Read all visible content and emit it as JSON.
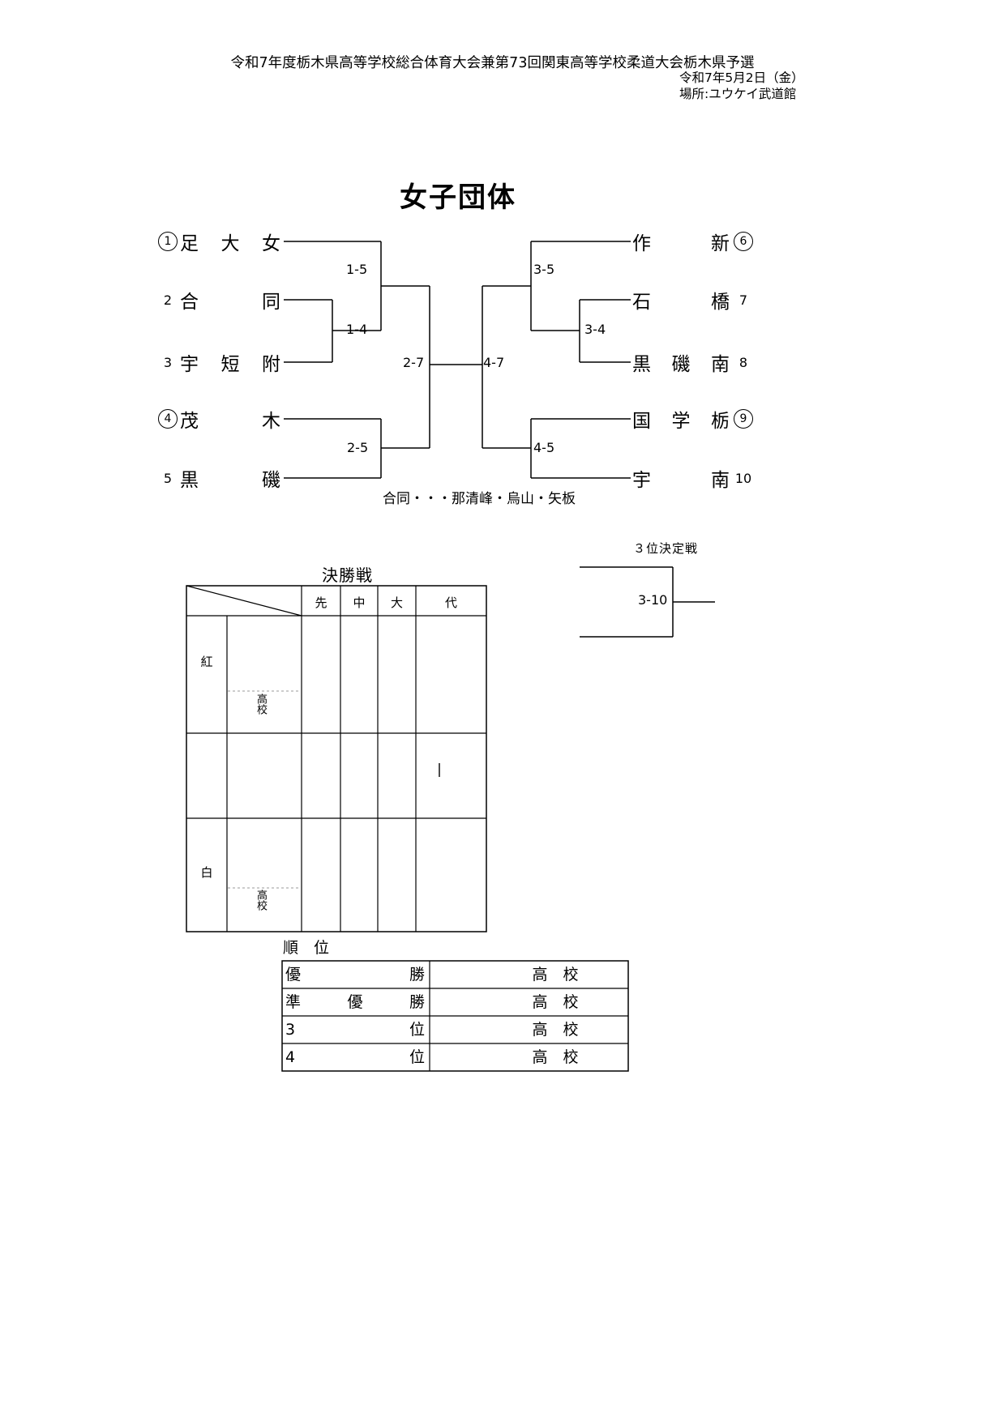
{
  "header": {
    "title": "令和7年度栃木県高等学校総合体育大会兼第73回関東高等学校柔道大会栃木県予選",
    "date": "令和7年5月2日（金）",
    "venue": "場所:ユウケイ武道館"
  },
  "event_title": "女子団体",
  "bracket": {
    "left_teams": [
      {
        "seed": "1",
        "name": "足大女"
      },
      {
        "seed": "2",
        "name": "合同"
      },
      {
        "seed": "3",
        "name": "宇短附"
      },
      {
        "seed": "4",
        "name": "茂木"
      },
      {
        "seed": "5",
        "name": "黒磯"
      }
    ],
    "right_teams": [
      {
        "seed": "6",
        "name": "作新"
      },
      {
        "seed": "7",
        "name": "石橋"
      },
      {
        "seed": "8",
        "name": "黒磯南"
      },
      {
        "seed": "9",
        "name": "国学栃"
      },
      {
        "seed": "10",
        "name": "宇南"
      }
    ],
    "labels": {
      "m1_5": "1-5",
      "m1_4": "1-4",
      "m2_7": "2-7",
      "m2_5": "2-5",
      "m3_5": "3-5",
      "m3_4": "3-4",
      "m4_7": "4-7",
      "m4_5": "4-5"
    },
    "note": "合同・・・那清峰・烏山・矢板"
  },
  "final_table": {
    "title": "決勝戦",
    "columns": [
      "先",
      "中",
      "大",
      "代"
    ],
    "red_label": "紅",
    "white_label": "白",
    "school_suffix": "高校",
    "center_mark": "|"
  },
  "third_place": {
    "title": "３位決定戦",
    "label": "3-10"
  },
  "ranking": {
    "title": "順　位",
    "rows": [
      {
        "rank": "優勝",
        "school": "高　校"
      },
      {
        "rank": "準優勝",
        "school": "高　校"
      },
      {
        "rank": "3位",
        "school": "高　校"
      },
      {
        "rank": "4位",
        "school": "高　校"
      }
    ]
  }
}
